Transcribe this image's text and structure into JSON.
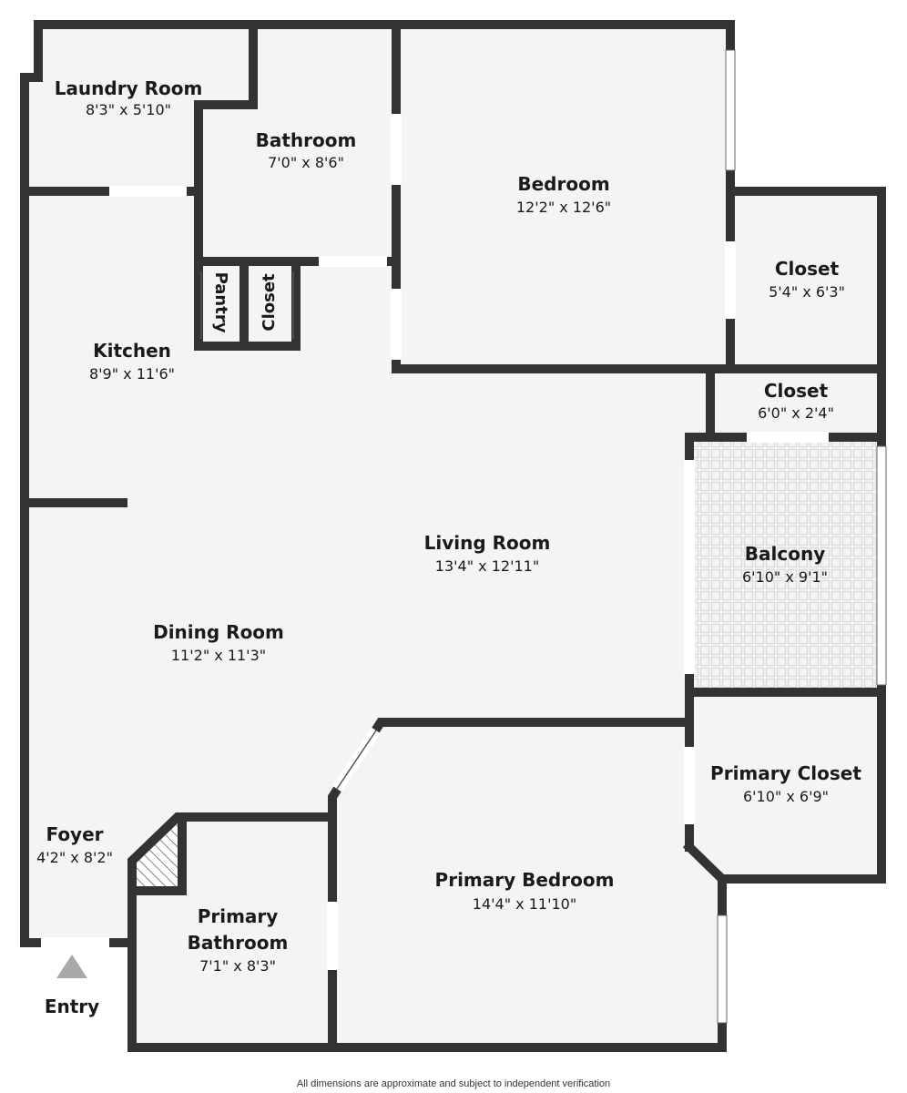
{
  "colors": {
    "wall": "#333333",
    "floor": "#f4f4f4",
    "balcony_tile": "#d9d9d9",
    "entry_arrow": "#a9a9a9"
  },
  "rooms": {
    "laundry": {
      "name": "Laundry Room",
      "dims": "8'3\" x 5'10\""
    },
    "bathroom": {
      "name": "Bathroom",
      "dims": "7'0\" x 8'6\""
    },
    "bedroom": {
      "name": "Bedroom",
      "dims": "12'2\" x 12'6\""
    },
    "closet_bed": {
      "name": "Closet",
      "dims": "5'4\" x 6'3\""
    },
    "closet_small": {
      "name": "Closet",
      "dims": "6'0\" x 2'4\""
    },
    "pantry": {
      "name": "Pantry"
    },
    "closet_kitchen": {
      "name": "Closet"
    },
    "kitchen": {
      "name": "Kitchen",
      "dims": "8'9\" x 11'6\""
    },
    "living": {
      "name": "Living Room",
      "dims": "13'4\" x 12'11\""
    },
    "balcony": {
      "name": "Balcony",
      "dims": "6'10\" x 9'1\""
    },
    "dining": {
      "name": "Dining Room",
      "dims": "11'2\" x 11'3\""
    },
    "primary_closet": {
      "name": "Primary Closet",
      "dims": "6'10\" x 6'9\""
    },
    "foyer": {
      "name": "Foyer",
      "dims": "4'2\" x 8'2\""
    },
    "primary_bedroom": {
      "name": "Primary Bedroom",
      "dims": "14'4\" x 11'10\""
    },
    "primary_bathroom": {
      "name_line1": "Primary",
      "name_line2": "Bathroom",
      "dims": "7'1\" x 8'3\""
    }
  },
  "entry": {
    "label": "Entry"
  },
  "footer": {
    "disclaimer": "All dimensions are approximate and subject to independent verification"
  }
}
